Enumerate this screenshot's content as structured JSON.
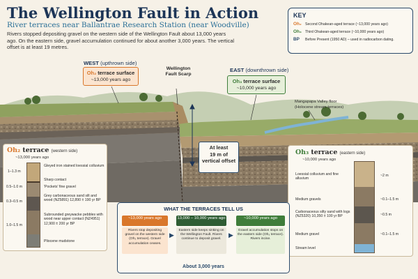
{
  "title": "The Wellington Fault in Action",
  "subtitle": "River terraces near Ballantrae Research Station (near Woodville)",
  "intro": "Rivers stopped depositing gravel on the western side of the Wellington Fault about 13,000 years ago. On the eastern side, gravel accumulation continued for about another 3,000 years. The vertical offset is at least 19 metres.",
  "key": {
    "title": "KEY",
    "items": [
      {
        "symbol": "Oh₂",
        "text": "Second Ohakean-aged terrace (~13,000 years ago)"
      },
      {
        "symbol": "Oh₃",
        "text": "Third Ohakean-aged terrace (~10,000 years ago)"
      },
      {
        "symbol": "BP",
        "text": "Before Present (1950 AD) – used in radiocarbon dating."
      }
    ]
  },
  "scene": {
    "west_label": "WEST",
    "west_sub": "(upthrown side)",
    "east_label": "EAST",
    "east_sub": "(downthrown side)",
    "fault_label": "Wellington Fault Scarp",
    "west_card": {
      "title": "terrace surface",
      "symbol": "Oh₂",
      "age": "~13,000 years ago"
    },
    "east_card": {
      "title": "terrace surface",
      "symbol": "Oh₃",
      "age": "~10,000 years ago"
    },
    "valley_label": "Mangapapa Valley floor",
    "valley_sub": "(Holocene stream terraces)",
    "offset_lines": [
      "At least",
      "19 m of",
      "vertical offset"
    ]
  },
  "west_panel": {
    "symbol": "Oh₂",
    "title": "terrace",
    "side": "(western side)",
    "age": "~13,000 years ago",
    "layers": [
      {
        "depth": "1–1.3 m",
        "desc": "Gleyed iron stained loessial colluvium"
      },
      {
        "depth": "",
        "desc": "Sharp contact"
      },
      {
        "depth": "0.5–1.0 m",
        "desc": "'Pockets' fine gravel"
      },
      {
        "depth": "0.3–0.5 m",
        "desc": "Grey carbonaceous sand silt and wood (NZ5891) 12,890 ± 190 yr BP"
      },
      {
        "depth": "1.0–1.5 m",
        "desc": "Subrounded greywacke pebbles with wood near upper contact (NZ4951) 12,900 ± 200 yr BP"
      },
      {
        "depth": "",
        "desc": "Pliocene mudstone"
      }
    ]
  },
  "east_panel": {
    "symbol": "Oh₃",
    "title": "terrace",
    "side": "(eastern side)",
    "age": "~10,000 years ago",
    "layers": [
      {
        "depth": "~2 m",
        "desc": "Loessial colluvium and fine alluvium"
      },
      {
        "depth": "~0.1–1.5 m",
        "desc": "Medium gravels"
      },
      {
        "depth": "~0.5 m",
        "desc": "Carbonaceous silty sand with logs (NZ5320) 10,350 ± 100 yr BP"
      },
      {
        "depth": "~0.1–1.5 m",
        "desc": "Medium gravel"
      },
      {
        "depth": "",
        "desc": "Stream level"
      }
    ]
  },
  "terraces_tell": {
    "title": "WHAT THE TERRACES TELL US",
    "steps": [
      {
        "head": "~13,000 years ago",
        "body": "Rivers stop depositing gravel on the western side (Oh₂ terrace). Gravel accumulation ceases."
      },
      {
        "head": "13,000 – 10,000 years ago",
        "body": "Eastern side keeps sinking on the Wellington Fault. Rivers continue to deposit gravel."
      },
      {
        "head": "~10,000 years ago",
        "body": "Gravel accumulation stops on the eastern side (Oh₃ terrace). Rivers incise."
      }
    ],
    "duration": "About 3,000 years"
  },
  "colors": {
    "oh2": "#d9772b",
    "oh3": "#3f7d3a",
    "navy": "#1d3557",
    "step_mid": "#2f5d34"
  }
}
